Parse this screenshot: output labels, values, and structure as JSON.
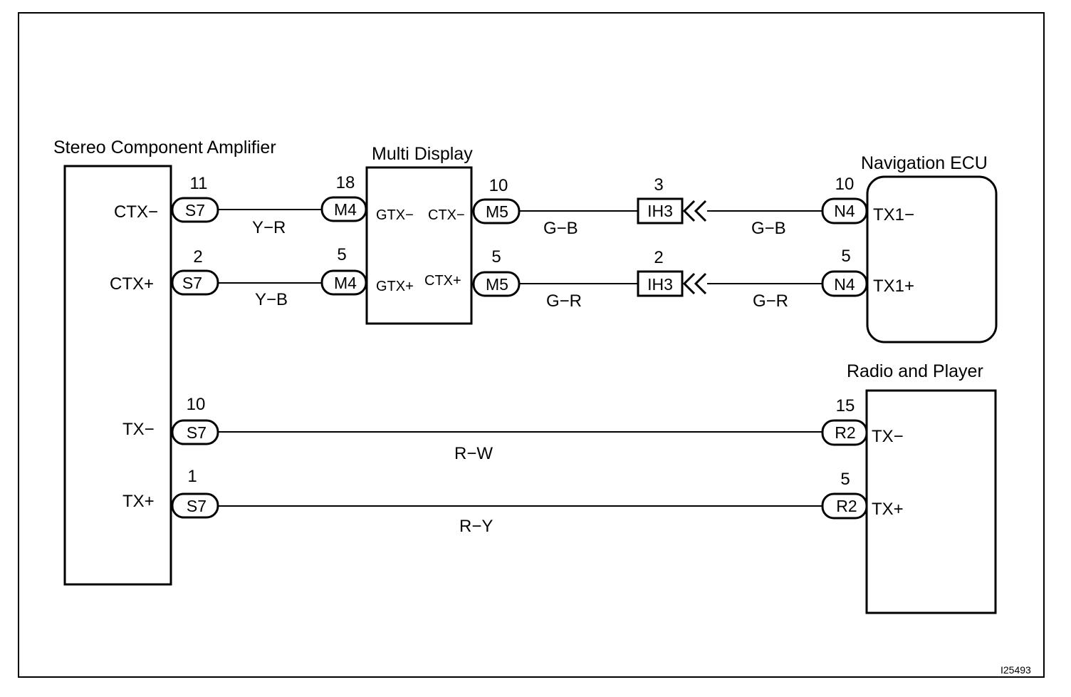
{
  "figure_id": "I25493",
  "components": {
    "amplifier": {
      "label": "Stereo Component Amplifier"
    },
    "multi_display": {
      "label": "Multi Display"
    },
    "navigation": {
      "label": "Navigation ECU"
    },
    "radio": {
      "label": "Radio and Player"
    }
  },
  "terminals": {
    "amp_ctx_minus": "CTX−",
    "amp_ctx_plus": "CTX+",
    "amp_tx_minus": "TX−",
    "amp_tx_plus": "TX+",
    "md_gtx_minus": "GTX−",
    "md_gtx_plus": "GTX+",
    "md_ctx_minus": "CTX−",
    "md_ctx_plus": "CTX+",
    "nav_tx1_minus": "TX1−",
    "nav_tx1_plus": "TX1+",
    "radio_tx_minus": "TX−",
    "radio_tx_plus": "TX+"
  },
  "connectors": {
    "s7_a": {
      "code": "S7",
      "pin": "11"
    },
    "s7_b": {
      "code": "S7",
      "pin": "2"
    },
    "s7_c": {
      "code": "S7",
      "pin": "10"
    },
    "s7_d": {
      "code": "S7",
      "pin": "1"
    },
    "m4_a": {
      "code": "M4",
      "pin": "18"
    },
    "m4_b": {
      "code": "M4",
      "pin": "5"
    },
    "m5_a": {
      "code": "M5",
      "pin": "10"
    },
    "m5_b": {
      "code": "M5",
      "pin": "5"
    },
    "ih3_a": {
      "code": "IH3",
      "pin": "3"
    },
    "ih3_b": {
      "code": "IH3",
      "pin": "2"
    },
    "n4_a": {
      "code": "N4",
      "pin": "10"
    },
    "n4_b": {
      "code": "N4",
      "pin": "5"
    },
    "r2_a": {
      "code": "R2",
      "pin": "15"
    },
    "r2_b": {
      "code": "R2",
      "pin": "5"
    }
  },
  "wires": {
    "w_yr": "Y−R",
    "w_yb": "Y−B",
    "w_gb1": "G−B",
    "w_gb2": "G−B",
    "w_gr1": "G−R",
    "w_gr2": "G−R",
    "w_rw": "R−W",
    "w_ry": "R−Y"
  }
}
